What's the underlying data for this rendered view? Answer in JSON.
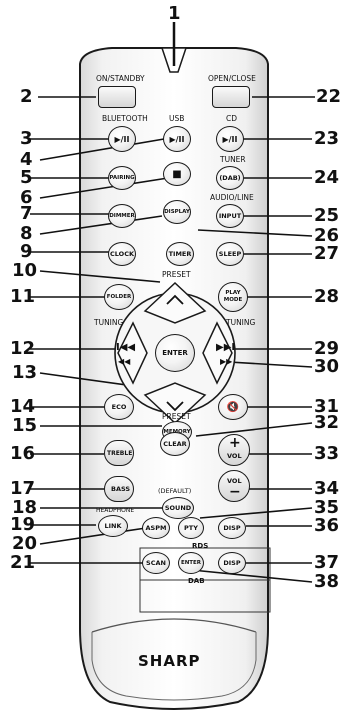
{
  "callouts": [
    "1",
    "2",
    "3",
    "4",
    "5",
    "6",
    "7",
    "8",
    "9",
    "10",
    "11",
    "12",
    "13",
    "14",
    "15",
    "16",
    "17",
    "18",
    "19",
    "20",
    "21",
    "22",
    "23",
    "24",
    "25",
    "26",
    "27",
    "28",
    "29",
    "30",
    "31",
    "32",
    "33",
    "34",
    "35",
    "36",
    "37",
    "38"
  ],
  "labels": {
    "on_standby": "ON/STANDBY",
    "open_close": "OPEN/CLOSE",
    "bluetooth": "BLUETOOTH",
    "usb": "USB",
    "cd": "CD",
    "play_pause": "▶/II",
    "pairing": "PAIRING",
    "stop": "■",
    "tuner": "TUNER",
    "dab": "(DAB)",
    "dimmer": "DIMMER",
    "display": "DISPLAY",
    "audio_line": "AUDIO/LINE",
    "input": "INPUT",
    "clock": "CLOCK",
    "timer": "TIMER",
    "sleep": "SLEEP",
    "preset_top": "PRESET",
    "folder": "FOLDER",
    "play_mode": "PLAY MODE",
    "tuning_left": "TUNING",
    "tuning_right": "TUNING",
    "enter": "ENTER",
    "skip_back": "I◀◀",
    "rewind": "◀◀",
    "skip_fwd": "▶▶I",
    "fast_fwd": "▶▶",
    "eco": "ECO",
    "mute": "🔇",
    "preset_bottom": "PRESET",
    "memory": "MEMORY",
    "clear": "CLEAR",
    "treble": "TREBLE",
    "bass": "BASS",
    "vol_plus": "+",
    "vol_minus": "−",
    "vol_top": "VOL",
    "vol_bottom": "VOL",
    "default": "(DEFAULT)",
    "sound": "SOUND",
    "headphone": "HEADPHONE",
    "link": "LINK",
    "aspm": "ASPM",
    "pty": "PTY",
    "disp_rds": "DISP",
    "rds": "RDS",
    "scan": "SCAN",
    "enter_dab": "ENTER",
    "disp_dab": "DISP",
    "dab_bottom": "DAB",
    "brand": "SHARP"
  }
}
